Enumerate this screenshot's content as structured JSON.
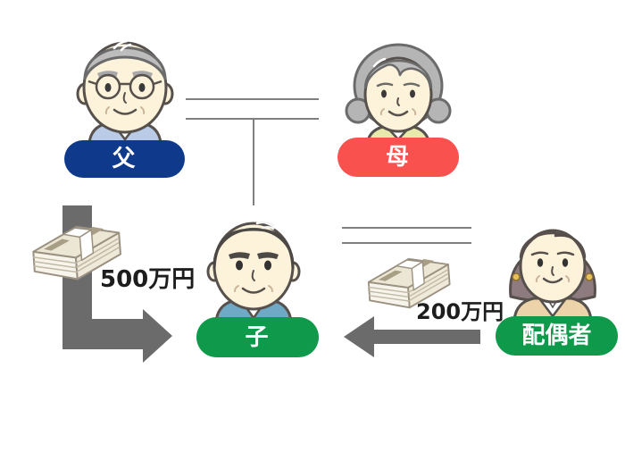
{
  "diagram": {
    "people": {
      "father": {
        "label": "父",
        "pill_color": "#0f3a8c"
      },
      "mother": {
        "label": "母",
        "pill_color": "#f8514e"
      },
      "child": {
        "label": "子",
        "pill_color": "#0f9a4b"
      },
      "spouse": {
        "label": "配偶者",
        "pill_color": "#0f9a4b"
      }
    },
    "gifts": {
      "father_to_child": {
        "amount": "500万円"
      },
      "spouse_to_child": {
        "amount": "200万円"
      }
    },
    "icons": {
      "money_left": "banknote-bundle-icon",
      "money_right": "banknote-bundle-icon"
    },
    "colors": {
      "arrow": "#6b6b6b",
      "relationship_line": "#7f7f7f",
      "background": "#ffffff"
    }
  }
}
